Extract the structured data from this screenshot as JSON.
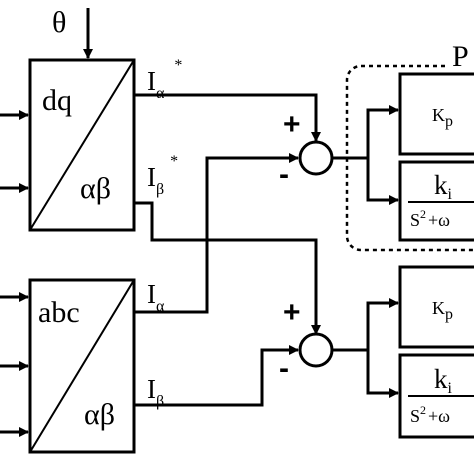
{
  "theta_label": "θ",
  "top_block": {
    "top_text": "dq",
    "bottom_text": "αβ"
  },
  "bottom_block": {
    "top_text": "abc",
    "bottom_text": "αβ"
  },
  "signals": {
    "i_alpha_ref": {
      "main": "I",
      "sub": "α",
      "sup": "*"
    },
    "i_beta_ref": {
      "main": "I",
      "sub": "β",
      "sup": "*"
    },
    "i_alpha": {
      "main": "I",
      "sub": "α"
    },
    "i_beta": {
      "main": "I",
      "sub": "β"
    }
  },
  "summers": {
    "top": {
      "plus": "+",
      "minus": "-"
    },
    "bottom": {
      "plus": "+",
      "minus": "-"
    }
  },
  "pr_label": "P",
  "gains": {
    "kp_main": "K",
    "kp_sub": "p",
    "ki_main": "k",
    "ki_sub": "i",
    "den_s": "S",
    "den_exp": "2",
    "den_rest": "+ω"
  }
}
